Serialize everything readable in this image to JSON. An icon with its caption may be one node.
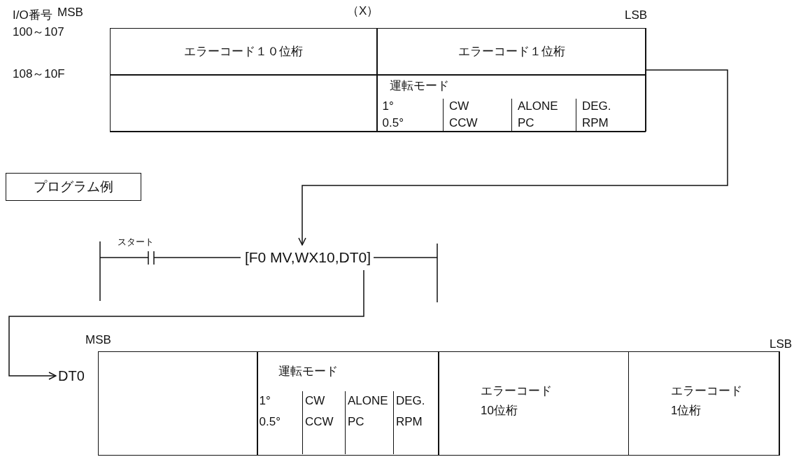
{
  "diagram": {
    "nodes": [
      {
        "text": [],
        "shape": "box"
      },
      {
        "text": [
          "エラーコード１０位桁"
        ],
        "in": 0
      },
      {
        "text": [
          "エラーコード１位桁"
        ],
        "in": 0
      },
      {
        "text": [],
        "shape": "box",
        "in": 0
      },
      {
        "text": [
          "運転モード"
        ],
        "in": 0
      },
      {
        "text": [
          "1°",
          "0.5°"
        ],
        "in": 4
      },
      {
        "text": [
          "CW",
          "CCW"
        ],
        "in": 4
      },
      {
        "text": [
          "ALONE",
          "PC"
        ],
        "in": 4
      },
      {
        "text": [
          "DEG.",
          "RPM"
        ],
        "in": 4
      },
      {
        "text": [
          "プログラム例"
        ]
      },
      {
        "text": [
          "[F0 MV,WX10,DT0]"
        ]
      },
      {
        "text": [
          "DT0"
        ]
      },
      {
        "text": [],
        "shape": "box"
      },
      {
        "text": [],
        "shape": "box",
        "in": 12
      },
      {
        "text": [
          "運転モード"
        ],
        "in": 12
      },
      {
        "text": [
          "1°",
          "0.5°"
        ],
        "in": 14
      },
      {
        "text": [
          "CW",
          "CCW"
        ],
        "in": 14
      },
      {
        "text": [
          "ALONE",
          "PC"
        ],
        "in": 14
      },
      {
        "text": [
          "DEG.",
          "RPM"
        ],
        "in": 14
      },
      {
        "text": [
          "エラーコード10位桁"
        ],
        "in": 12
      },
      {
        "text": [
          "エラーコード1位桁"
        ],
        "in": 12
      }
    ],
    "edges": [
      {
        "from": 0,
        "to": 10,
        "arrow": "to"
      },
      {
        "from": 10,
        "to": 11,
        "arrow": "to"
      }
    ],
    "labels": [
      "I/O番号",
      "MSB",
      "（X）",
      "LSB",
      "100～107",
      "108～10F",
      "スタート",
      "MSB",
      "LSB"
    ]
  }
}
